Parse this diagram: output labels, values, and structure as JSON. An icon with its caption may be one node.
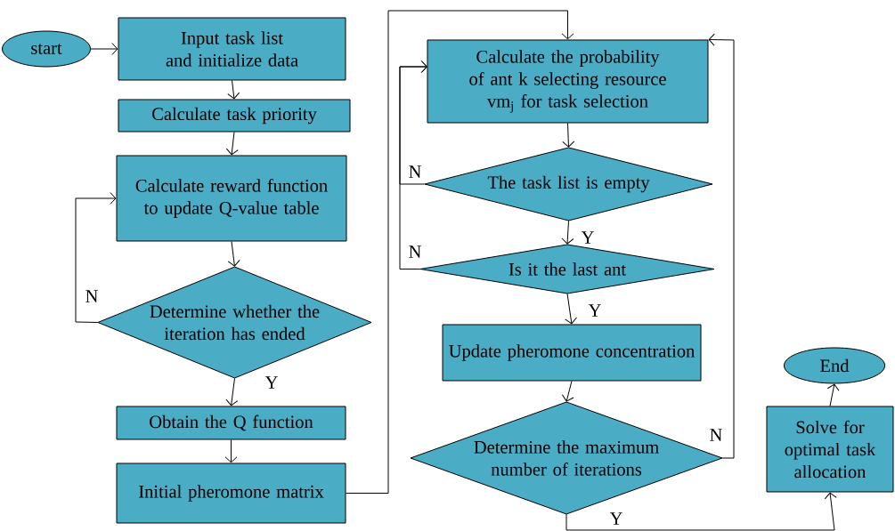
{
  "diagram": {
    "nodes": [
      {
        "text": [
          "start"
        ]
      },
      {
        "text": [
          "Input task list and initialize data"
        ]
      },
      {
        "text": [
          "Calculate task priority"
        ]
      },
      {
        "text": [
          "Calculate reward function to update Q-value table"
        ]
      },
      {
        "text": [
          "Determine whether the iteration has ended"
        ]
      },
      {
        "text": [
          "Obtain the Q function"
        ]
      },
      {
        "text": [
          "Initial pheromone matrix"
        ]
      },
      {
        "text": [
          "Calculate the probability of ant k selecting resource vm$_{j}$ for task selection"
        ]
      },
      {
        "text": [
          "The task list is empty"
        ]
      },
      {
        "text": [
          "Is it the last ant"
        ]
      },
      {
        "text": [
          "Update pheromone concentration"
        ]
      },
      {
        "text": [
          "Determine the maximum number of iterations"
        ]
      },
      {
        "text": [
          "End"
        ]
      },
      {
        "text": [
          "Solve for optimal task allocation"
        ]
      }
    ],
    "edges": [
      {
        "from": 0,
        "to": 1,
        "arrow": "to"
      },
      {
        "from": 1,
        "to": 2,
        "arrow": "to"
      },
      {
        "from": 2,
        "to": 3,
        "arrow": "to"
      },
      {
        "from": 3,
        "to": 4,
        "arrow": "to"
      },
      {
        "from": 4,
        "to": 3,
        "arrow": "to",
        "label": "N"
      },
      {
        "from": 4,
        "to": 5,
        "arrow": "to",
        "label": "Y"
      },
      {
        "from": 5,
        "to": 6,
        "arrow": "to"
      },
      {
        "from": 6,
        "to": 7,
        "arrow": "to"
      },
      {
        "from": 7,
        "to": 8,
        "arrow": "to"
      },
      {
        "from": 8,
        "to": 7,
        "arrow": "to",
        "label": "N"
      },
      {
        "from": 8,
        "to": 9,
        "arrow": "to",
        "label": "Y"
      },
      {
        "from": 9,
        "to": 7,
        "arrow": "to",
        "label": "N"
      },
      {
        "from": 9,
        "to": 10,
        "arrow": "to",
        "label": "Y"
      },
      {
        "from": 10,
        "to": 11,
        "arrow": "to"
      },
      {
        "from": 11,
        "to": 7,
        "arrow": "to",
        "label": "N"
      },
      {
        "from": 11,
        "to": 13,
        "arrow": "to",
        "label": "Y"
      },
      {
        "from": 13,
        "to": 12,
        "arrow": "to"
      }
    ]
  }
}
